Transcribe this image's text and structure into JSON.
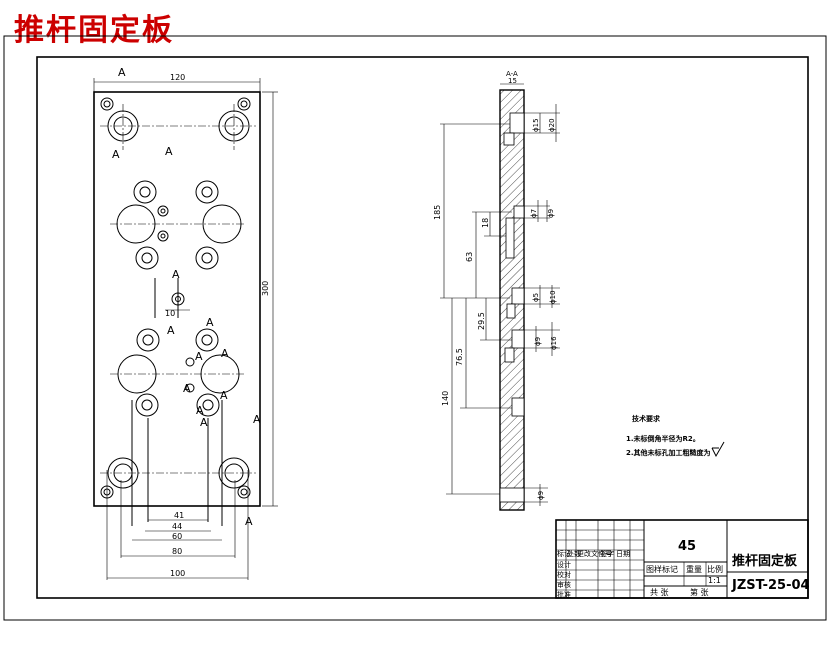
{
  "title": "推杆固定板",
  "front_view": {
    "dims": {
      "width_top": "120",
      "height_right": "300",
      "d41": "41",
      "d44": "44",
      "d60": "60",
      "d80": "80",
      "d100": "100",
      "d10": "10"
    },
    "section_mark": "A"
  },
  "section_view": {
    "label": "A-A",
    "dims": {
      "t15": "15",
      "v185": "185",
      "v63": "63",
      "v29_5": "29.5",
      "v76_5": "76.5",
      "v140": "140",
      "h18": "18",
      "d15": "ϕ15",
      "d20": "ϕ20",
      "d7": "ϕ7",
      "d9a": "ϕ9",
      "d5": "ϕ5",
      "d10": "ϕ10",
      "d9b": "ϕ9",
      "d16": "ϕ16",
      "d9c": "ϕ9"
    }
  },
  "notes": {
    "heading": "技术要求",
    "line1": "1.未标倒角半径为R2。",
    "line2": "2.其他未标孔加工粗糙度为"
  },
  "title_block": {
    "material": "45",
    "part_name": "推杆固定板",
    "drawing_no": "JZST-25-04",
    "stage_mark": "图样标记",
    "weight": "重量",
    "ratio_label": "比例",
    "scale": "1:1",
    "sheets_total": "共  张",
    "sheet_no": "第  张",
    "row_labels": [
      "标记",
      "处数",
      "更改文件号",
      "签字",
      "日期"
    ],
    "sign_rows": [
      "设计",
      "校对",
      "审核",
      "批准"
    ]
  }
}
